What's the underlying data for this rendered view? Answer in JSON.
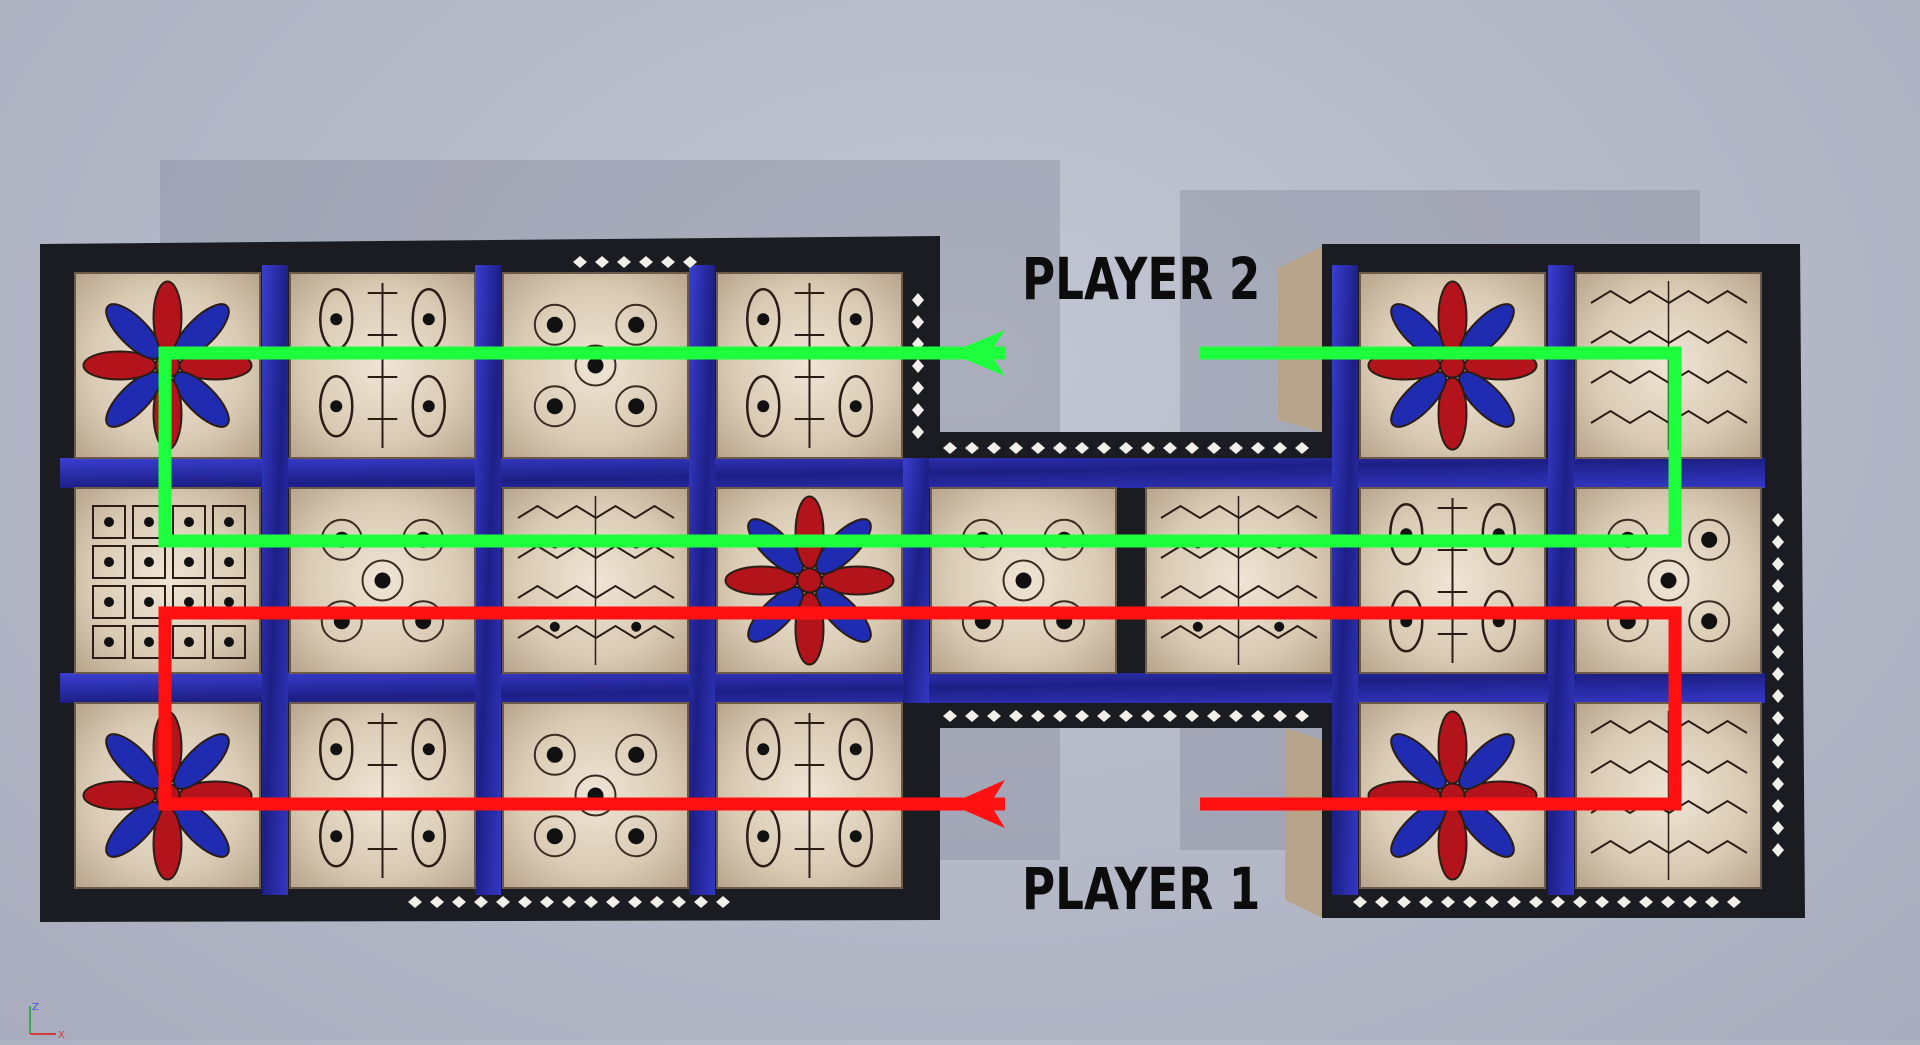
{
  "labels": {
    "player2": "PLAYER 2",
    "player1": "PLAYER 1"
  },
  "gizmo": {
    "z": "Z",
    "x": "X"
  },
  "colors": {
    "background": "#b4b8c7",
    "frame": "#1b1c22",
    "tile": "#d9cbb6",
    "lapis": "#2b2fa8",
    "player2_path": "#1dff3c",
    "player1_path": "#ff1111",
    "rosette_red": "#b3141b",
    "rosette_blue": "#1f2bb0"
  },
  "board": {
    "rows": 3,
    "columns": 8,
    "cells": [
      [
        "rosette",
        "eyes",
        "five-dots",
        "eyes",
        "",
        "",
        "rosette",
        "zigzag"
      ],
      [
        "grid-dots",
        "five-dots",
        "zigzag-dots",
        "rosette",
        "five-dots",
        "zigzag-dots",
        "eyes",
        "five-dots"
      ],
      [
        "rosette",
        "eyes",
        "five-dots",
        "eyes",
        "",
        "",
        "rosette",
        "zigzag"
      ]
    ]
  }
}
